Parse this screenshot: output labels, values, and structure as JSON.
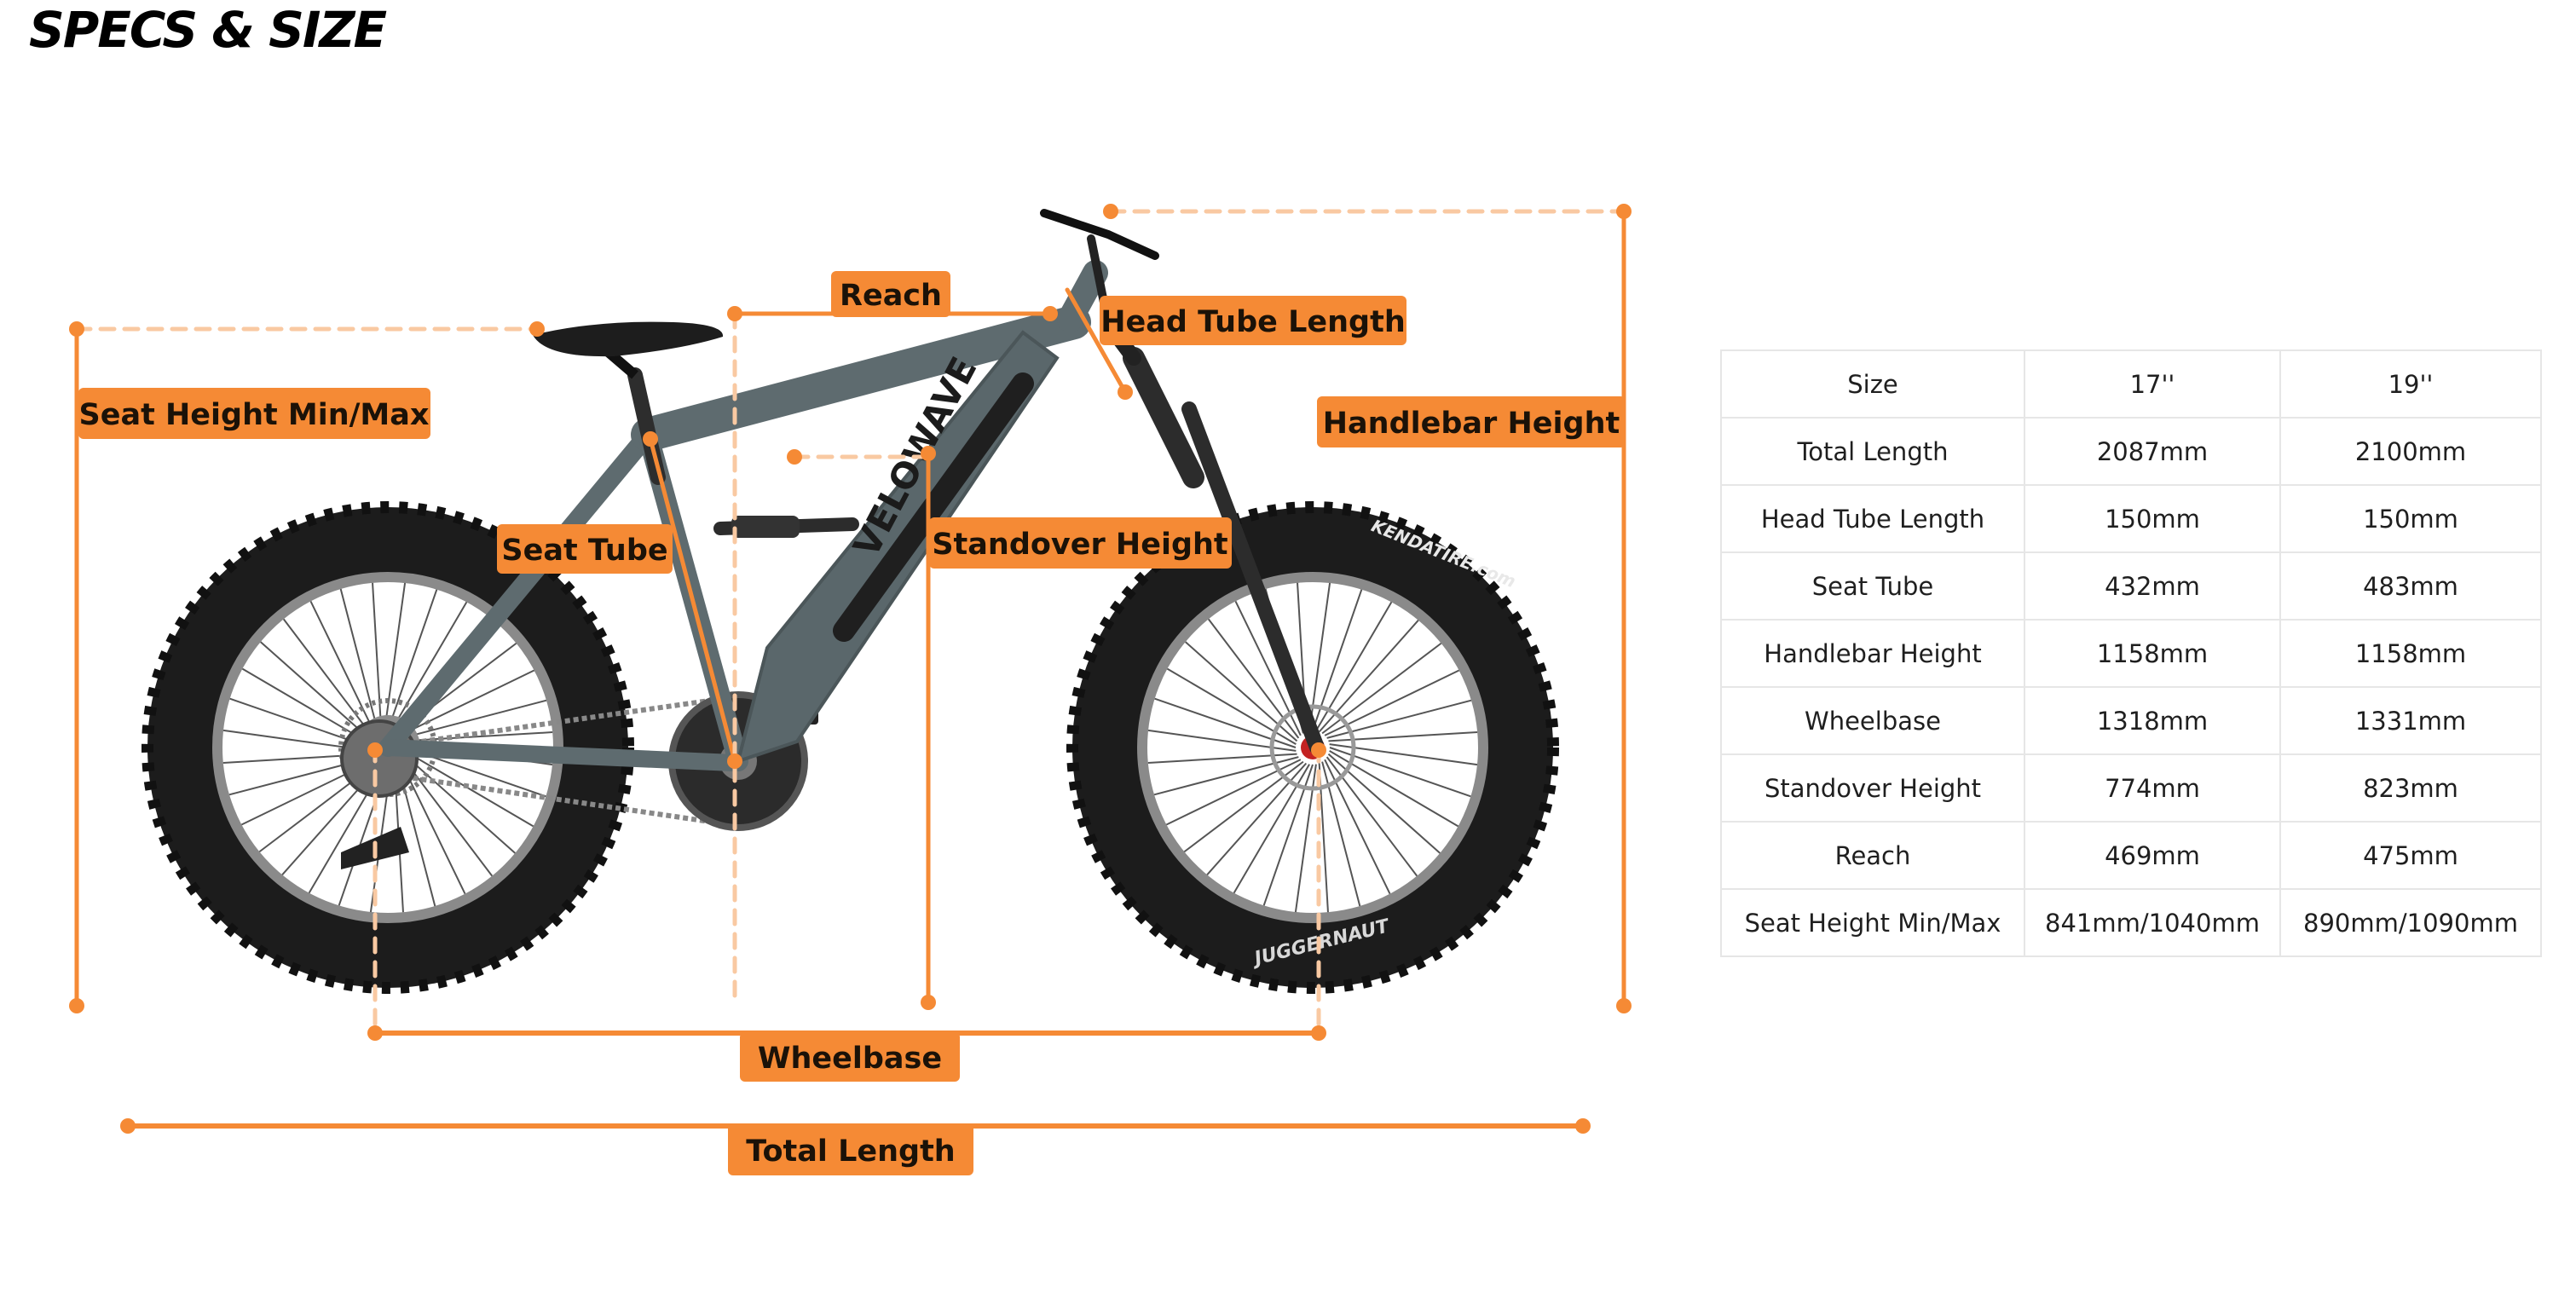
{
  "page_title": "SPECS & SIZE",
  "colors": {
    "accent": "#f58a35",
    "accent_light": "#f9c9a2",
    "tire": "#1c1c1c",
    "frame": "#5e6b6f"
  },
  "bike": {
    "brand_text": "VELOWAVE",
    "tire_text": "KENDATIRE.com",
    "tire_model": "JUGGERNAUT"
  },
  "dimension_labels": {
    "reach": "Reach",
    "head_tube_length": "Head Tube Length",
    "seat_height": "Seat Height Min/Max",
    "handlebar_height": "Handlebar Height",
    "seat_tube": "Seat Tube",
    "standover_height": "Standover Height",
    "wheelbase": "Wheelbase",
    "total_length": "Total Length"
  },
  "specs_table": {
    "header": [
      "Size",
      "17''",
      "19''"
    ],
    "rows": [
      [
        "Total Length",
        "2087mm",
        "2100mm"
      ],
      [
        "Head Tube Length",
        "150mm",
        "150mm"
      ],
      [
        "Seat Tube",
        "432mm",
        "483mm"
      ],
      [
        "Handlebar Height",
        "1158mm",
        "1158mm"
      ],
      [
        "Wheelbase",
        "1318mm",
        "1331mm"
      ],
      [
        "Standover Height",
        "774mm",
        "823mm"
      ],
      [
        "Reach",
        "469mm",
        "475mm"
      ],
      [
        "Seat Height Min/Max",
        "841mm/1040mm",
        "890mm/1090mm"
      ]
    ]
  }
}
